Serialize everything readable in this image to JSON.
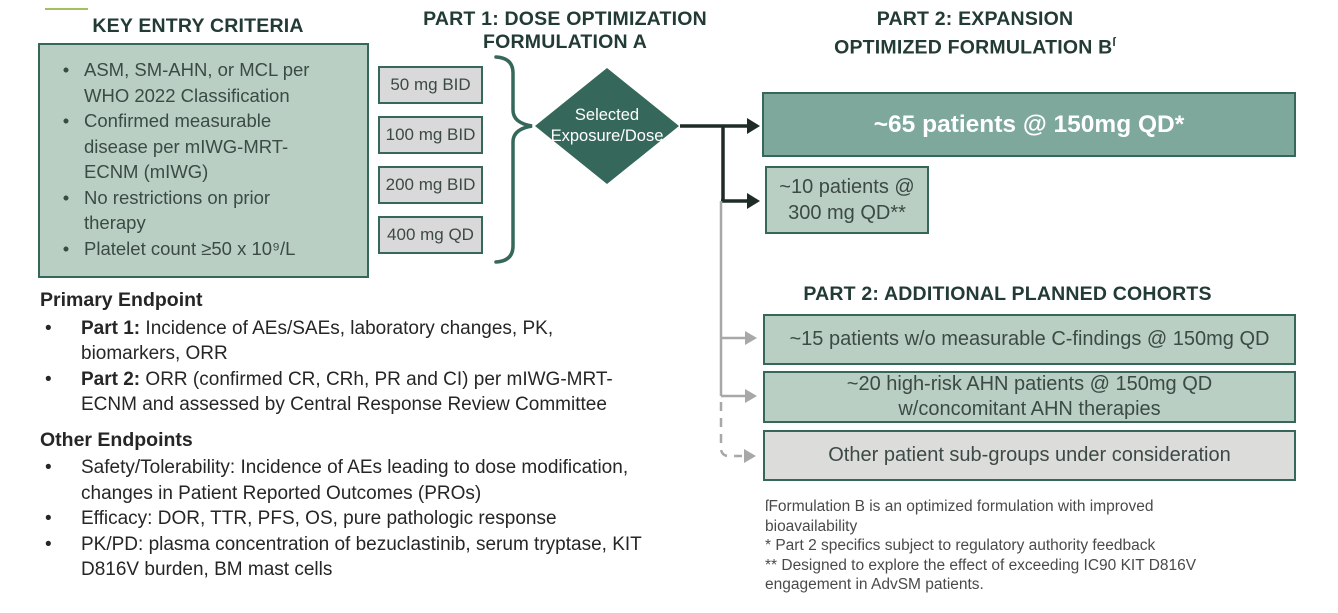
{
  "colors": {
    "dark_green": "#35685a",
    "medium_green": "#7ea89b",
    "light_green": "#bacfc4",
    "gray_box": "#d9d9d9",
    "heading_text": "#233b35",
    "accent_line": "#a3c05f",
    "black_connector": "#1f2b27",
    "gray_connector": "#a8a8a8"
  },
  "key_entry": {
    "title": "KEY ENTRY CRITERIA",
    "bullet_glyph": "•",
    "bullets": [
      "ASM, SM-AHN, or MCL per WHO 2022 Classification",
      "Confirmed measurable disease per mIWG-MRT-ECNM (mIWG)",
      "No restrictions on prior therapy",
      "Platelet count ≥50 x 10⁹/L"
    ]
  },
  "part1": {
    "title_line1": "PART 1: DOSE OPTIMIZATION",
    "title_line2": "FORMULATION A",
    "doses": [
      "50 mg BID",
      "100 mg BID",
      "200 mg BID",
      "400 mg QD"
    ],
    "diamond_line1": "Selected",
    "diamond_line2": "Exposure/Dose"
  },
  "part2": {
    "title_line1": "PART 2: EXPANSION",
    "title_line2": "OPTIMIZED FORMULATION B",
    "title_footnote_mark": "ſ",
    "main_cohort": "~65 patients @ 150mg QD*",
    "secondary_cohort_line1": "~10 patients @",
    "secondary_cohort_line2": "300 mg QD**"
  },
  "additional_cohorts": {
    "title": "PART 2: ADDITIONAL PLANNED COHORTS",
    "box1": "~15 patients w/o measurable C-findings @ 150mg QD",
    "box2_line1": "~20 high-risk AHN patients @ 150mg QD",
    "box2_line2": "w/concomitant AHN therapies",
    "box3": "Other patient sub-groups under consideration"
  },
  "endpoints": {
    "primary_title": "Primary Endpoint",
    "bullet_glyph": "•",
    "primary_items": [
      {
        "bold": "Part 1:",
        "rest": " Incidence of AEs/SAEs, laboratory changes, PK, biomarkers, ORR"
      },
      {
        "bold": "Part 2:",
        "rest": " ORR (confirmed CR, CRh, PR and CI) per mIWG-MRT-ECNM and assessed by Central Response Review Committee"
      }
    ],
    "other_title": "Other Endpoints",
    "other_items": [
      "Safety/Tolerability: Incidence of AEs leading to dose modification, changes in Patient Reported Outcomes (PROs)",
      "Efficacy: DOR, TTR, PFS, OS, pure pathologic response",
      "PK/PD: plasma concentration of bezuclastinib, serum tryptase, KIT D816V burden, BM mast cells"
    ]
  },
  "footnotes": [
    "ſFormulation B is an optimized formulation with improved bioavailability",
    "* Part 2 specifics subject to regulatory authority feedback",
    "** Designed to explore the effect of exceeding IC90 KIT D816V engagement in AdvSM patients."
  ]
}
